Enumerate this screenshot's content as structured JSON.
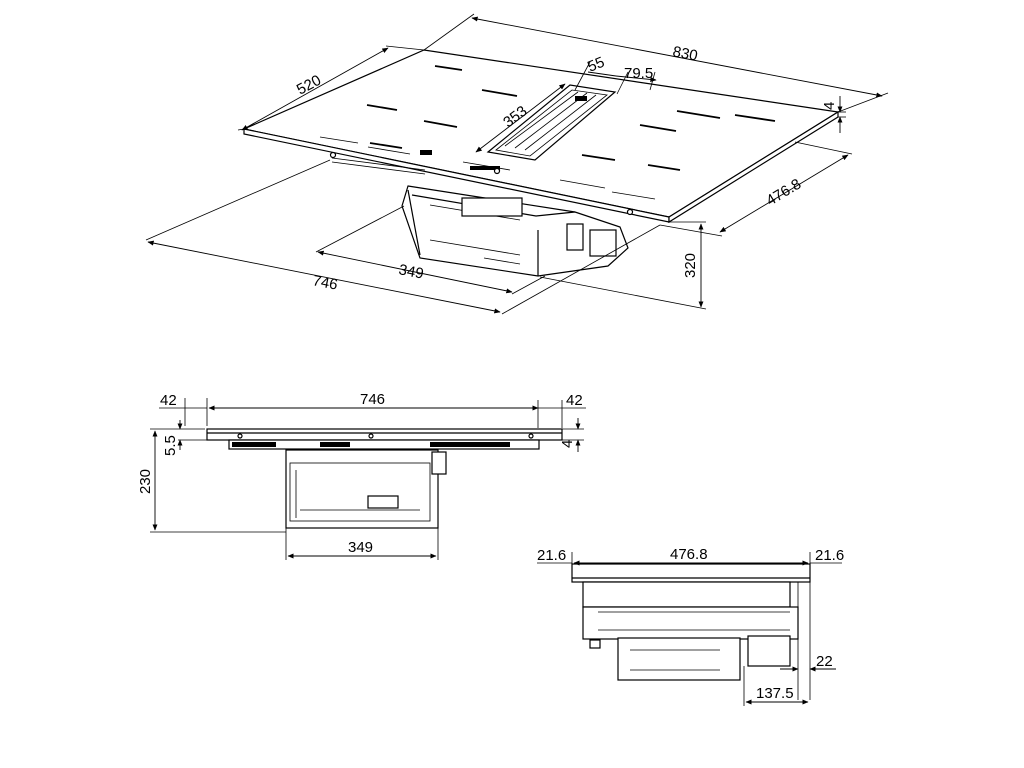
{
  "dimensions": {
    "top_view": {
      "width": "830",
      "depth": "520",
      "slot_width": "55",
      "slot_offset": "79.5",
      "slot_length": "353",
      "glass_thickness": "4",
      "cutout_depth": "476.8",
      "cutout_width": "746",
      "unit_width": "349",
      "total_height": "320"
    },
    "front_view": {
      "left_margin": "42",
      "cutout_width": "746",
      "right_margin": "42",
      "top_offset": "5.5",
      "glass_thickness": "4",
      "total_height": "230",
      "unit_width": "349"
    },
    "side_view": {
      "left_margin": "21.6",
      "cutout_depth": "476.8",
      "right_margin": "21.6",
      "rear_gap": "22",
      "rear_offset": "137.5"
    }
  }
}
